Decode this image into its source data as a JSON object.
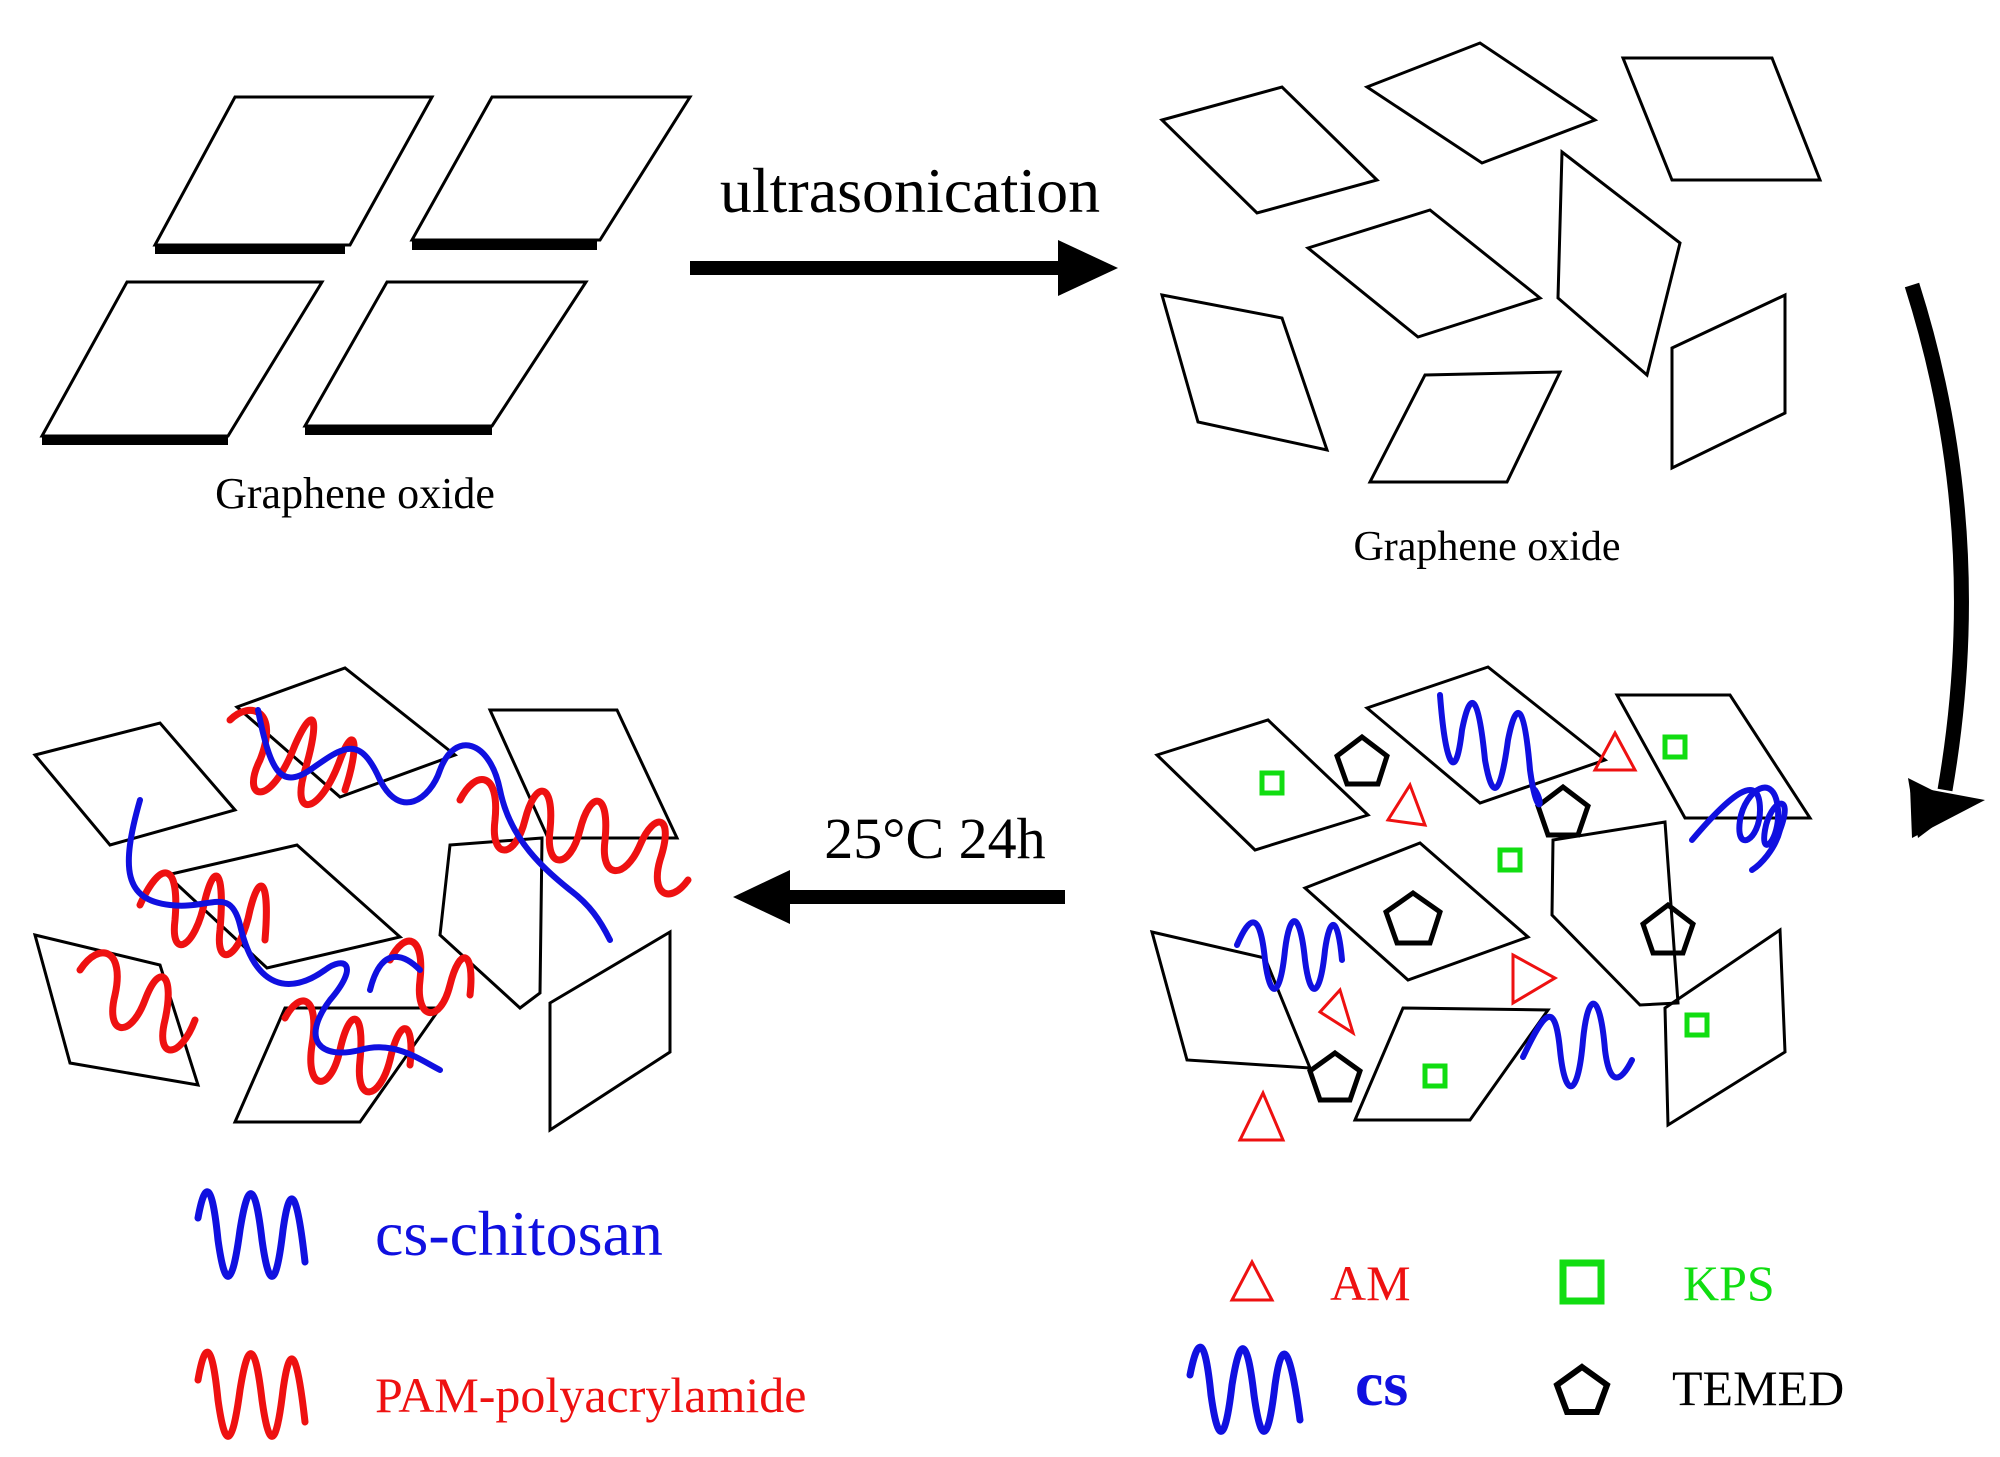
{
  "labels": {
    "go_top_left": "Graphene oxide",
    "go_top_right": "Graphene oxide",
    "ultrasonication": "ultrasonication",
    "condition": "25°C 24h"
  },
  "legend": {
    "cs_chitosan": "cs-chitosan",
    "pam": "PAM-polyacrylamide",
    "am": "AM",
    "kps": "KPS",
    "cs": "cs",
    "temed": "TEMED"
  },
  "colors": {
    "sheet": "#000000",
    "chitosan": "#1010e0",
    "polyacrylamide": "#ee1111",
    "am": "#ee1111",
    "kps": "#11dd11",
    "temed": "#000000"
  },
  "icons": {
    "am": "triangle-icon",
    "kps": "square-icon",
    "temed": "pentagon-icon",
    "cs": "wave-icon",
    "pam": "wave-icon"
  }
}
